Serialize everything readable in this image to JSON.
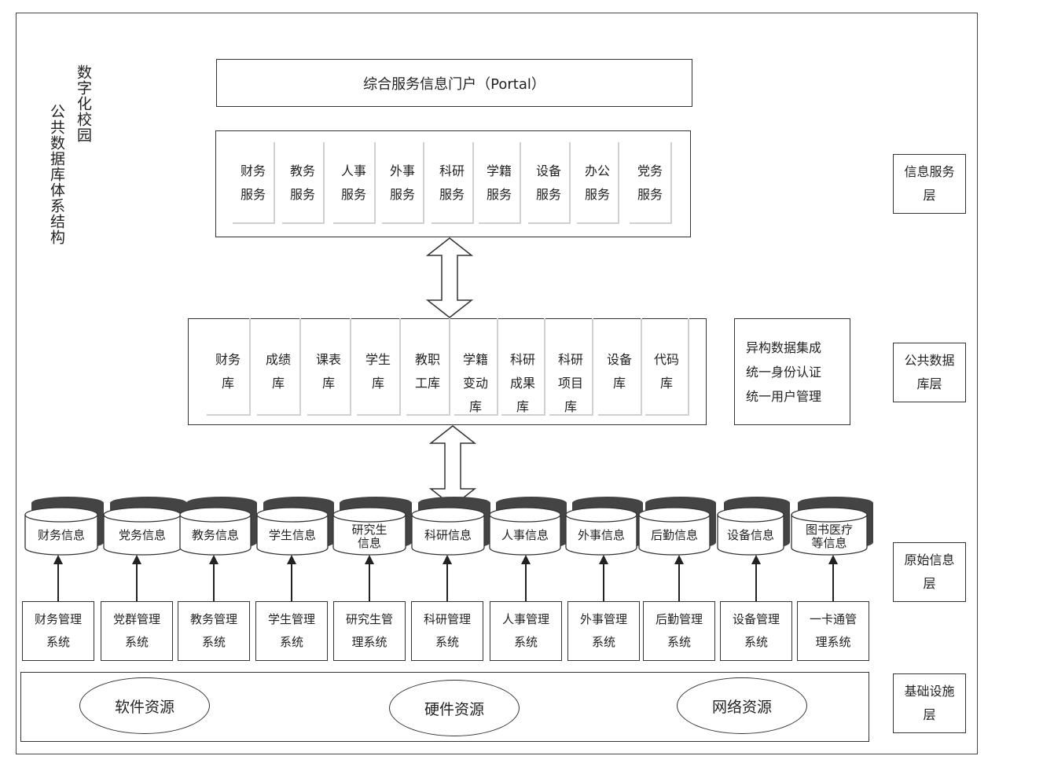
{
  "left_titles": {
    "digital_campus": "数字化校园",
    "architecture": "公共数据库体系结构"
  },
  "portal": "综合服务信息门户（Portal）",
  "services": [
    [
      "财务",
      "服务"
    ],
    [
      "教务",
      "服务"
    ],
    [
      "人事",
      "服务"
    ],
    [
      "外事",
      "服务"
    ],
    [
      "科研",
      "服务"
    ],
    [
      "学籍",
      "服务"
    ],
    [
      "设备",
      "服务"
    ],
    [
      "办公",
      "服务"
    ],
    [
      "党务",
      "服务"
    ]
  ],
  "databases": [
    [
      "财务",
      "库"
    ],
    [
      "成绩",
      "库"
    ],
    [
      "课表",
      "库"
    ],
    [
      "学生",
      "库"
    ],
    [
      "教职",
      "工库"
    ],
    [
      "学籍",
      "变动",
      "库"
    ],
    [
      "科研",
      "成果",
      "库"
    ],
    [
      "科研",
      "项目",
      "库"
    ],
    [
      "设备",
      "库"
    ],
    [
      "代码",
      "库"
    ]
  ],
  "integration": [
    "异构数据集成",
    "统一身份认证",
    "统一用户管理"
  ],
  "layers": {
    "info_service": "信息服务层",
    "public_db": "公共数据库层",
    "raw_info": "原始信息层",
    "infrastructure": "基础设施层"
  },
  "raw_info": [
    "财务信息",
    "党务信息",
    "教务信息",
    "学生信息",
    "研究生信息",
    "科研信息",
    "人事信息",
    "外事信息",
    "后勤信息",
    "设备信息",
    "图书医疗等信息"
  ],
  "systems": [
    [
      "财务管理",
      "系统"
    ],
    [
      "党群管理",
      "系统"
    ],
    [
      "教务管理",
      "系统"
    ],
    [
      "学生管理",
      "系统"
    ],
    [
      "研究生管",
      "理系统"
    ],
    [
      "科研管理",
      "系统"
    ],
    [
      "人事管理",
      "系统"
    ],
    [
      "外事管理",
      "系统"
    ],
    [
      "后勤管理",
      "系统"
    ],
    [
      "设备管理",
      "系统"
    ],
    [
      "一卡通管",
      "理系统"
    ]
  ],
  "resources": [
    "软件资源",
    "硬件资源",
    "网络资源"
  ]
}
